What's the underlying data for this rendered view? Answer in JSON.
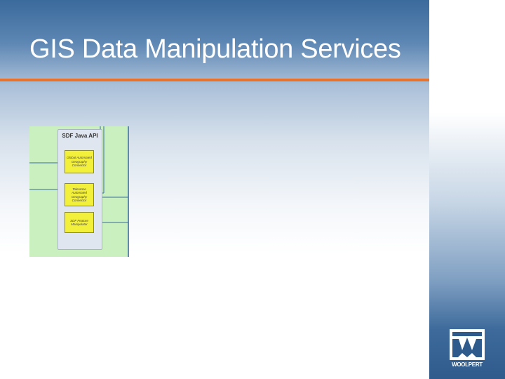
{
  "slide": {
    "title": "GIS Data Manipulation Services"
  },
  "diagram": {
    "panel_title": "SDF Java API",
    "components": [
      "Global Automated Geography Connector",
      "Tolerance Automated Geography Connector",
      "SDF Feature Manipulator"
    ]
  },
  "logo": {
    "text": "WOOLPERT"
  },
  "colors": {
    "title_rule": "#e8732e",
    "header_blue": "#3b6a9c",
    "diagram_background": "#c9f0be",
    "component_fill": "#f3f03c"
  }
}
